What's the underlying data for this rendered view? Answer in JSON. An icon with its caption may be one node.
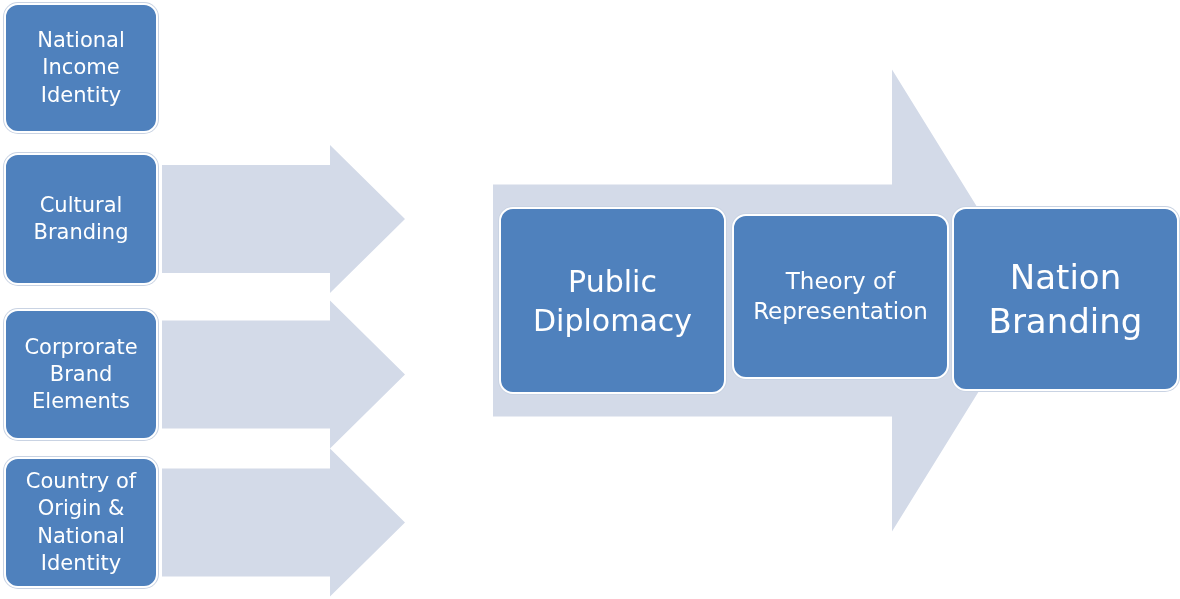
{
  "diagram": {
    "nodes": [
      {
        "text": [
          "National Income Identity"
        ]
      },
      {
        "text": [
          "Cultural Branding"
        ]
      },
      {
        "text": [
          "Corprorate Brand Elements"
        ]
      },
      {
        "text": [
          "Country of Origin & National Identity"
        ]
      },
      {
        "text": [
          "Public Diplomacy"
        ]
      },
      {
        "text": [
          "Theory of Representation"
        ]
      },
      {
        "text": [
          "Nation Branding"
        ]
      }
    ],
    "edges": [
      {
        "from": 1,
        "to": null,
        "arrow": "to",
        "style": "thick"
      },
      {
        "from": 2,
        "to": null,
        "arrow": "to",
        "style": "thick"
      },
      {
        "from": 3,
        "to": null,
        "arrow": "to",
        "style": "thick"
      },
      {
        "from": 4,
        "to": 6,
        "arrow": "to",
        "style": "thick"
      }
    ]
  }
}
